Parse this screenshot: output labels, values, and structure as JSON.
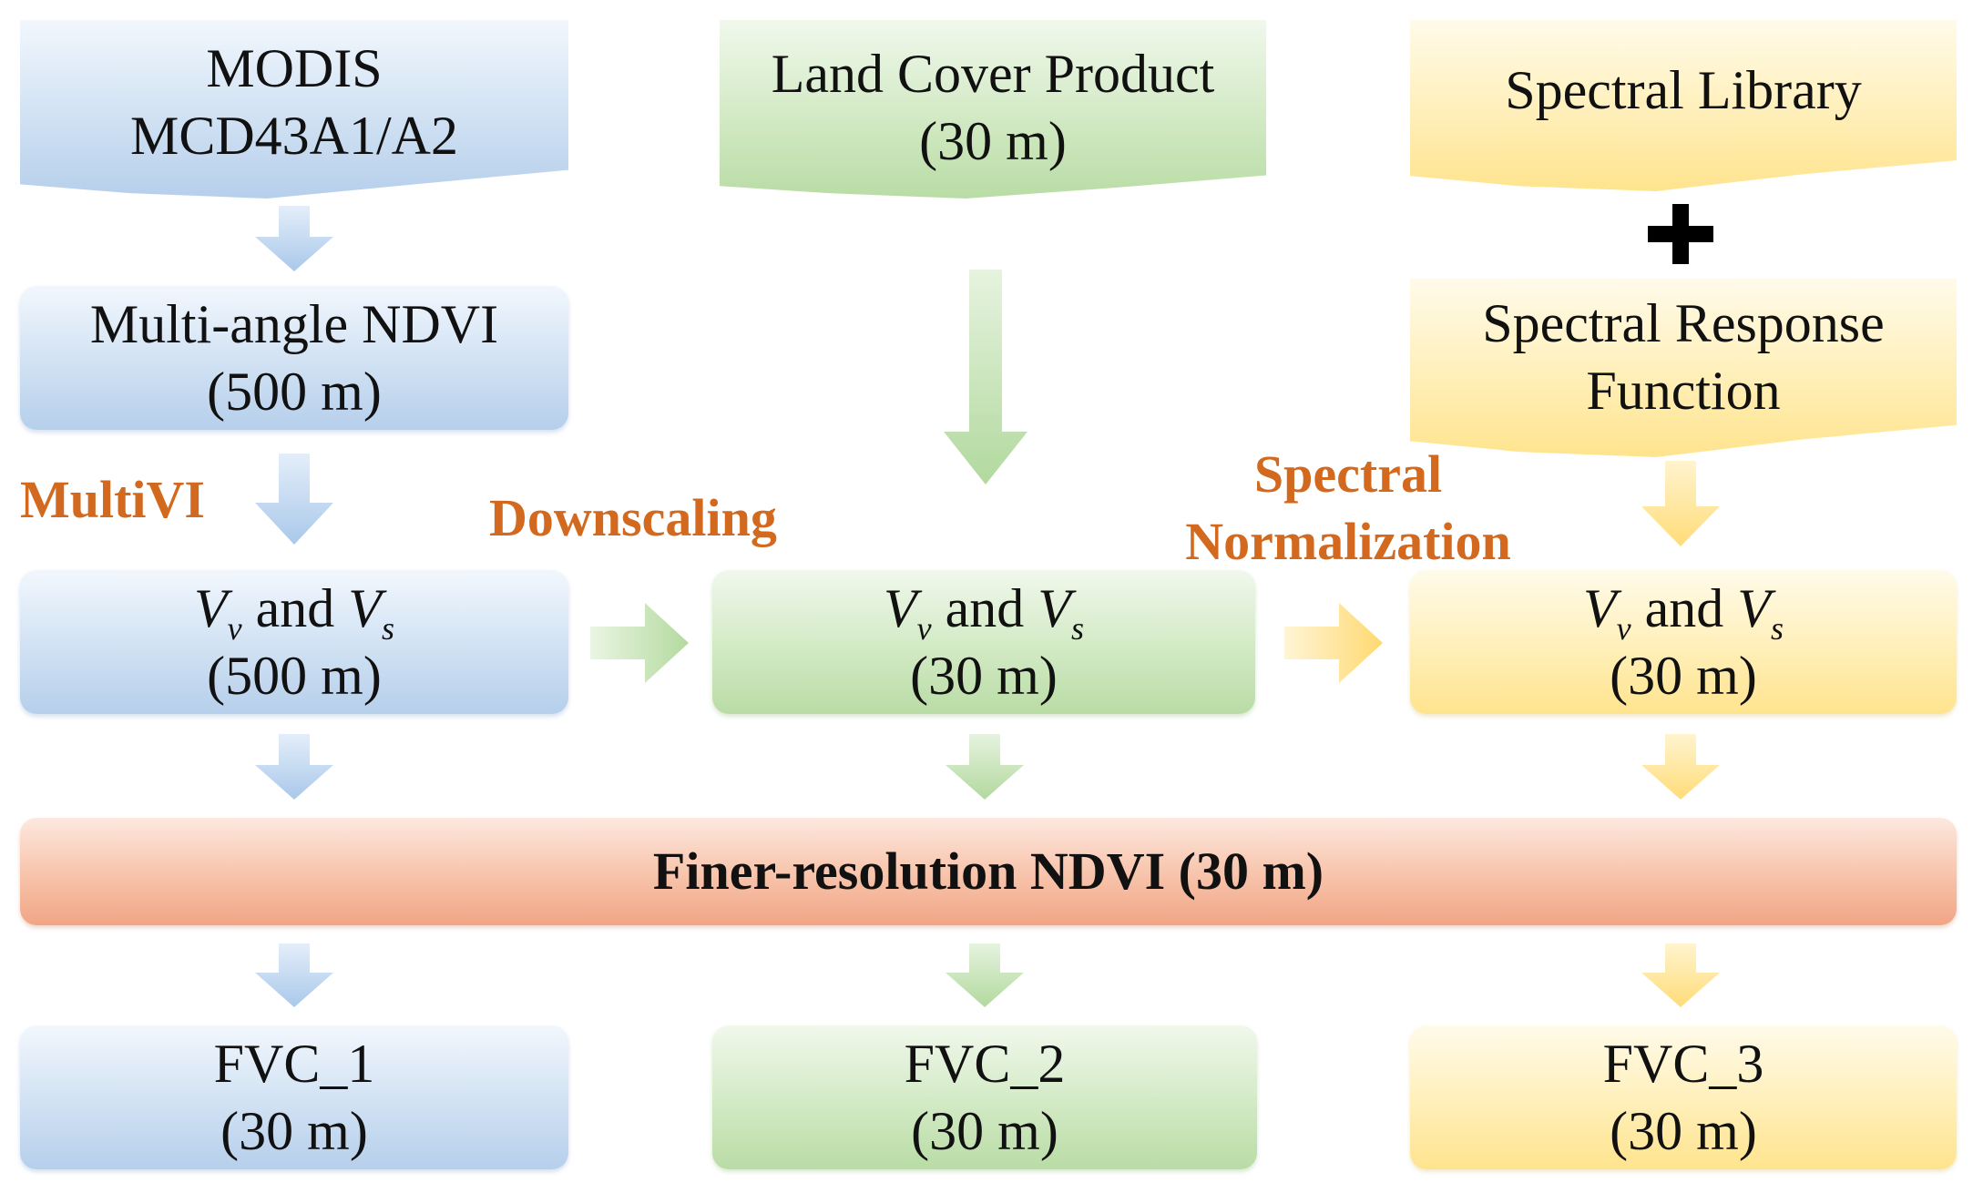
{
  "sources": {
    "modis": {
      "line1": "MODIS",
      "line2": "MCD43A1/A2"
    },
    "land_cover": {
      "line1": "Land Cover Product",
      "line2": "(30 m)"
    },
    "spectral_library": {
      "line1": "Spectral Library"
    },
    "spectral_response": {
      "line1": "Spectral Response",
      "line2": "Function"
    }
  },
  "multi_angle": {
    "line1": "Multi-angle NDVI",
    "line2": "(500 m)"
  },
  "vv_vs": {
    "v": "V",
    "sub_v": "v",
    "and": " and ",
    "sub_s": "s",
    "res_500": "(500 m)",
    "res_30": "(30 m)"
  },
  "methods": {
    "multivi": "MultiVI",
    "downscaling": "Downscaling",
    "spectral_line1": "Spectral",
    "spectral_line2": "Normalization"
  },
  "finer": {
    "label": "Finer-resolution NDVI (30 m)"
  },
  "outputs": [
    {
      "name": "FVC_1",
      "res": "(30 m)"
    },
    {
      "name": "FVC_2",
      "res": "(30 m)"
    },
    {
      "name": "FVC_3",
      "res": "(30 m)"
    }
  ],
  "colors": {
    "blue": "#b6cfeb",
    "green": "#b9dca5",
    "yellow": "#ffe48e",
    "orange": "#f1a585",
    "label_orange": "#d2691e",
    "plus": "#000000"
  }
}
